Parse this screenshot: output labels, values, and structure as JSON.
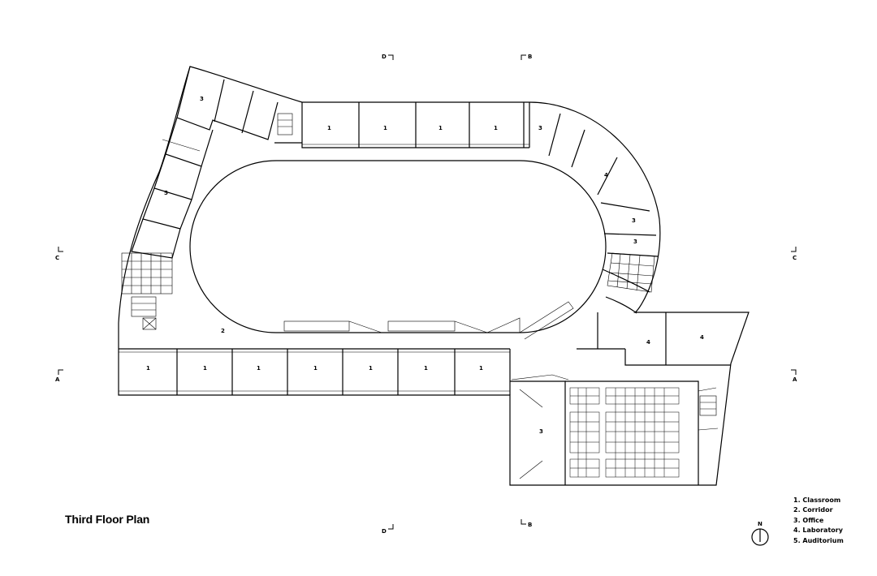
{
  "title": "Third Floor Plan",
  "north_label": "N",
  "sections": {
    "b": "B",
    "c": "C",
    "d": "D",
    "a": "A"
  },
  "legend": [
    "1. Classroom",
    "2. Corridor",
    "3. Office",
    "4. Laboratory",
    "5. Auditorium"
  ],
  "rooms": {
    "classroom": "1",
    "corridor": "2",
    "office": "3",
    "laboratory": "4",
    "auditorium": "5"
  }
}
